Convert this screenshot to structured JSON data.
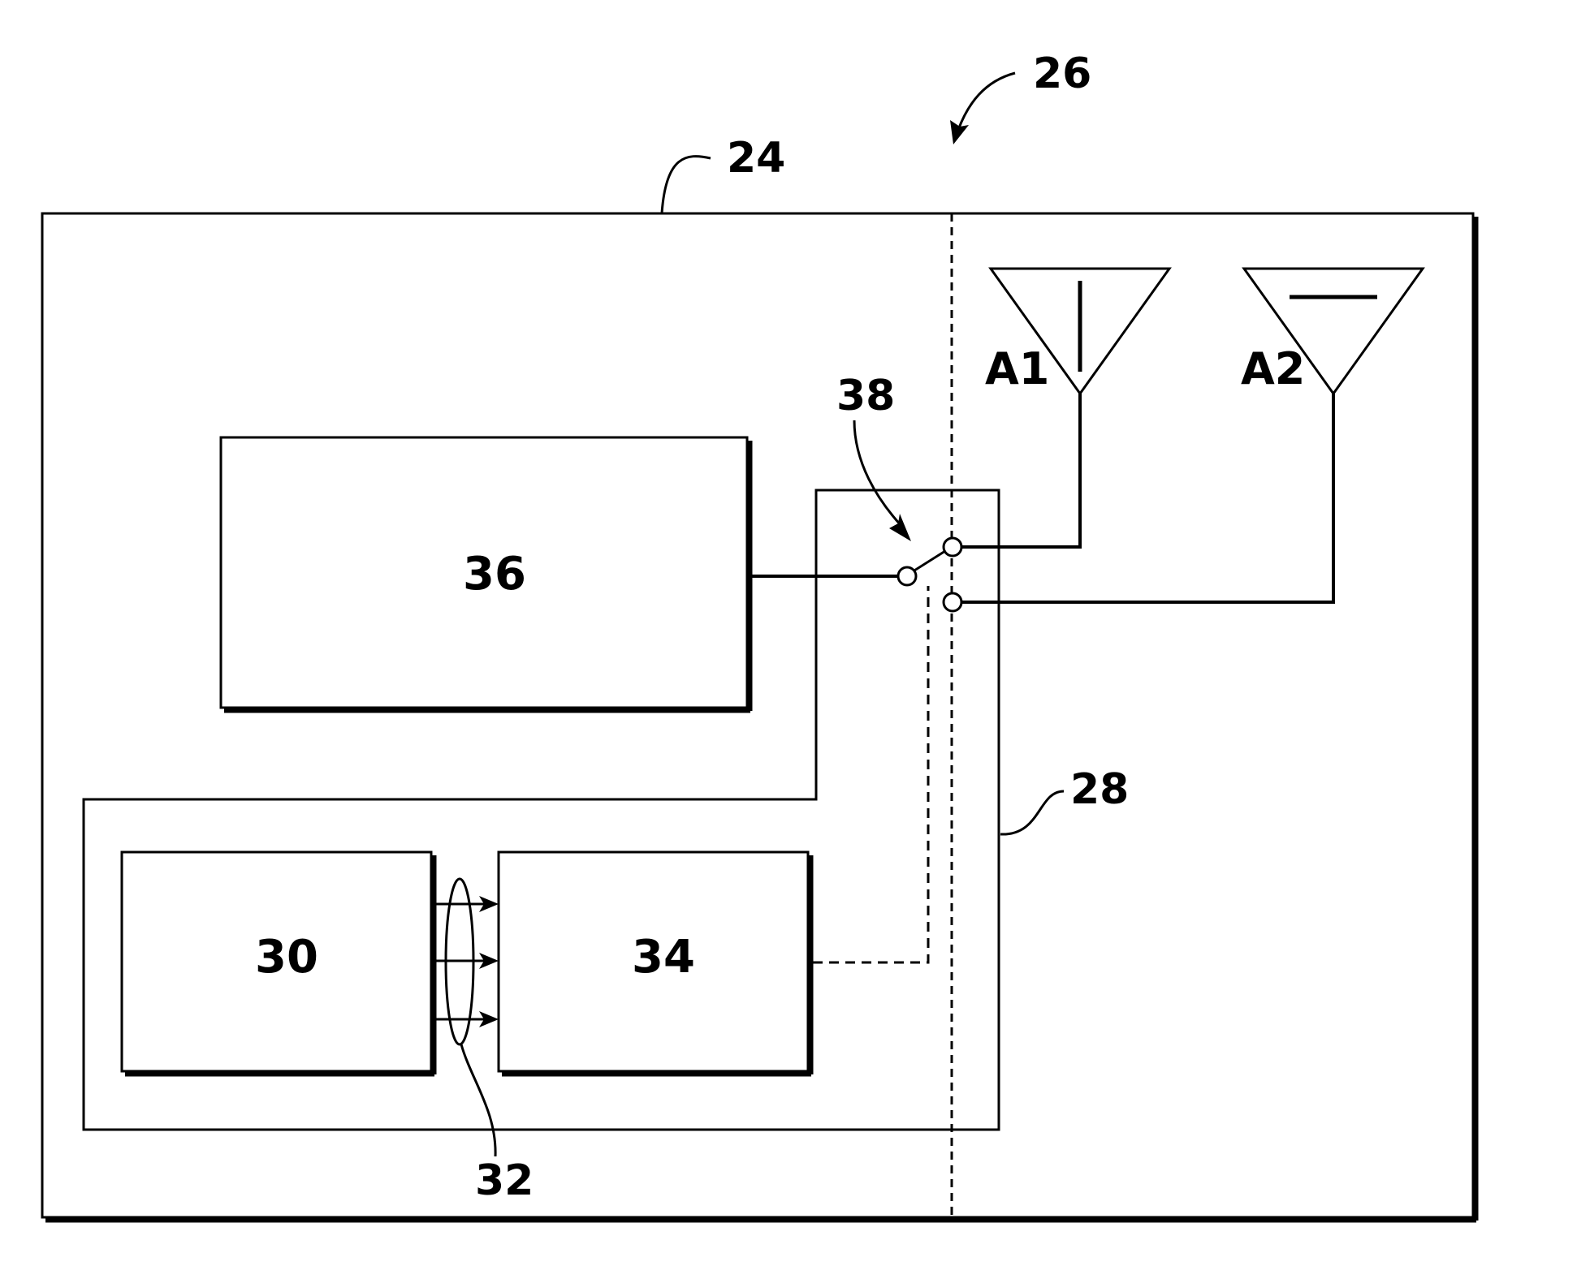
{
  "labels": {
    "ref_26": "26",
    "ref_24": "24",
    "ref_38": "38",
    "ref_28": "28",
    "ref_32": "32",
    "block_36": "36",
    "block_30": "30",
    "block_34": "34",
    "antenna_a1": "A1",
    "antenna_a2": "A2"
  },
  "colors": {
    "line": "#000000",
    "background": "#ffffff"
  }
}
